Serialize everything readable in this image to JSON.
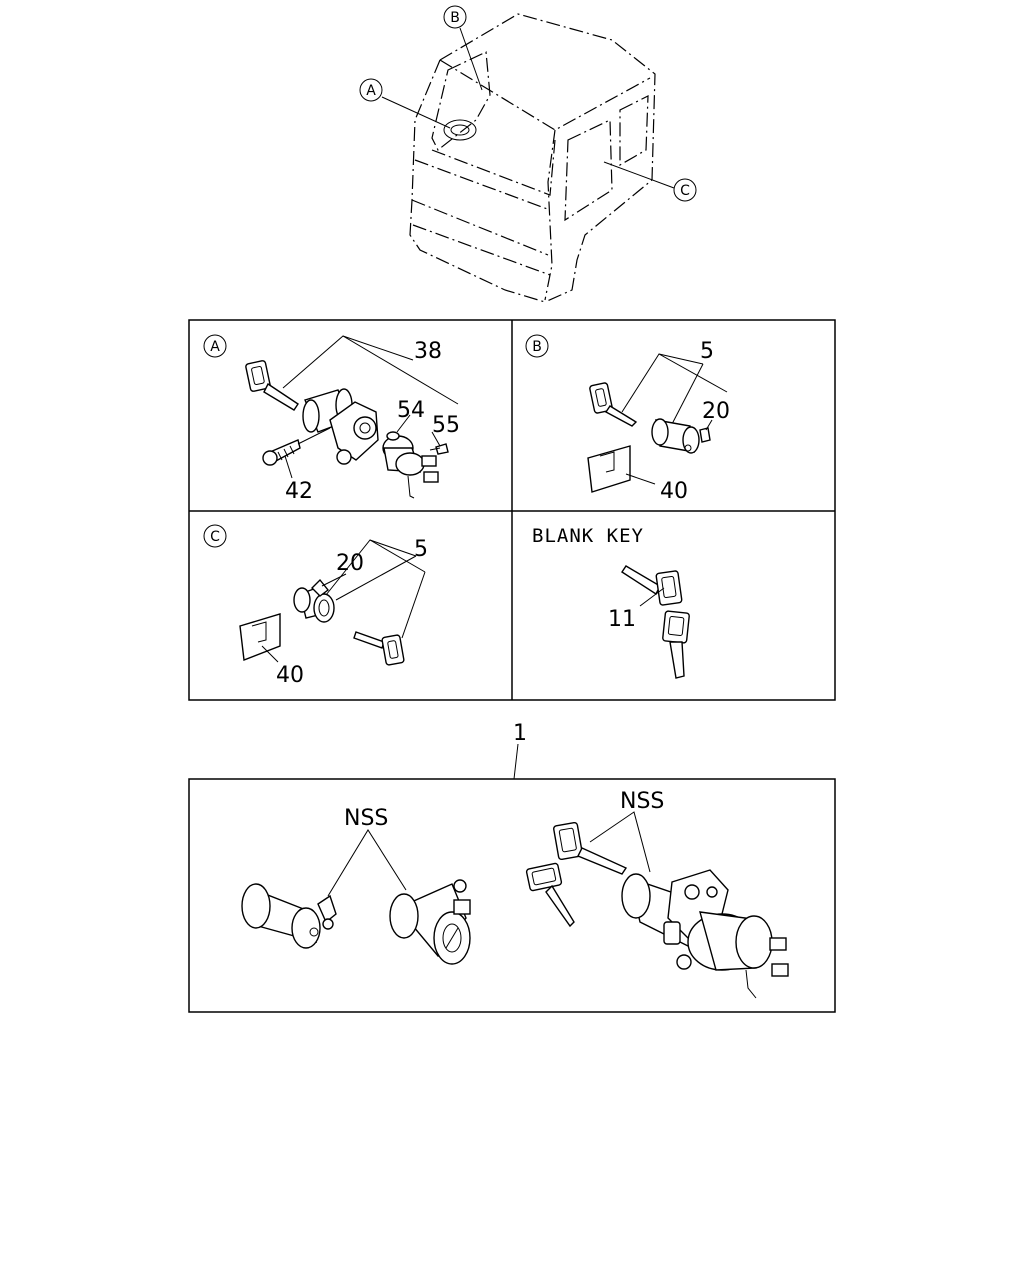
{
  "cab_callouts": {
    "a": "A",
    "b": "B",
    "c": "C"
  },
  "detail_a": {
    "letter": "A",
    "labels": {
      "p38": "38",
      "p54": "54",
      "p55": "55",
      "p42": "42"
    }
  },
  "detail_b": {
    "letter": "B",
    "labels": {
      "p5": "5",
      "p20": "20",
      "p40": "40"
    }
  },
  "detail_c": {
    "letter": "C",
    "labels": {
      "p20": "20",
      "p5": "5",
      "p40": "40"
    }
  },
  "blank_key": {
    "title": "BLANK KEY",
    "p11": "11"
  },
  "kit": {
    "number": "1",
    "nss_left": "NSS",
    "nss_right": "NSS"
  }
}
